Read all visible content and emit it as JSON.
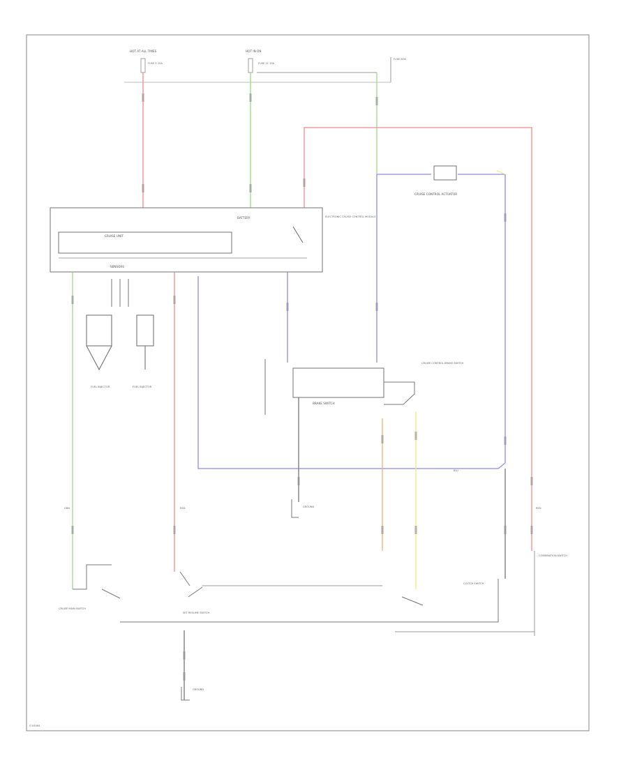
{
  "colors": {
    "red": "#f08a8a",
    "green": "#9ad88a",
    "blue": "#8c8cf0",
    "black": "#777777",
    "yellow": "#ecec7a",
    "orange": "#f0b070",
    "frame": "#9a9a9a"
  },
  "labels": {
    "fuse_left": "HOT AT ALL TIMES",
    "fuse_left_sub": "FUSE 5  10A",
    "fuse_mid": "HOT IN ON",
    "fuse_mid_sub": "FUSE 11  10A",
    "fuse_box": "FUSE BOX",
    "ecm_battery": "BATTERY",
    "ecm_cruise_unit": "CRUISE UNIT",
    "ecm_sensors": "SENSORS",
    "ecm_right_note": "ELECTRONIC CRUISE CONTROL MODULE",
    "actuator": "CRUISE CONTROL ACTUATOR",
    "brake_switch": "BRAKE SWITCH",
    "brake_note": "CRUISE CONTROL BRAKE SWITCH",
    "injector_left": "FUEL INJECTOR",
    "injector_right": "FUEL INJECTOR",
    "ground_mid": "GROUND",
    "ground_bottom": "GROUND",
    "main_switch": "CRUISE MAIN SWITCH",
    "set_resume": "SET RESUME SWITCH",
    "clutch_switch": "CLUTCH SWITCH",
    "combination_switch": "COMBINATION SWITCH",
    "wire_grn": "GRN",
    "wire_red": "RED",
    "wire_blu": "BLU",
    "wire_red2": "RED",
    "footer_code": "G 04464"
  }
}
